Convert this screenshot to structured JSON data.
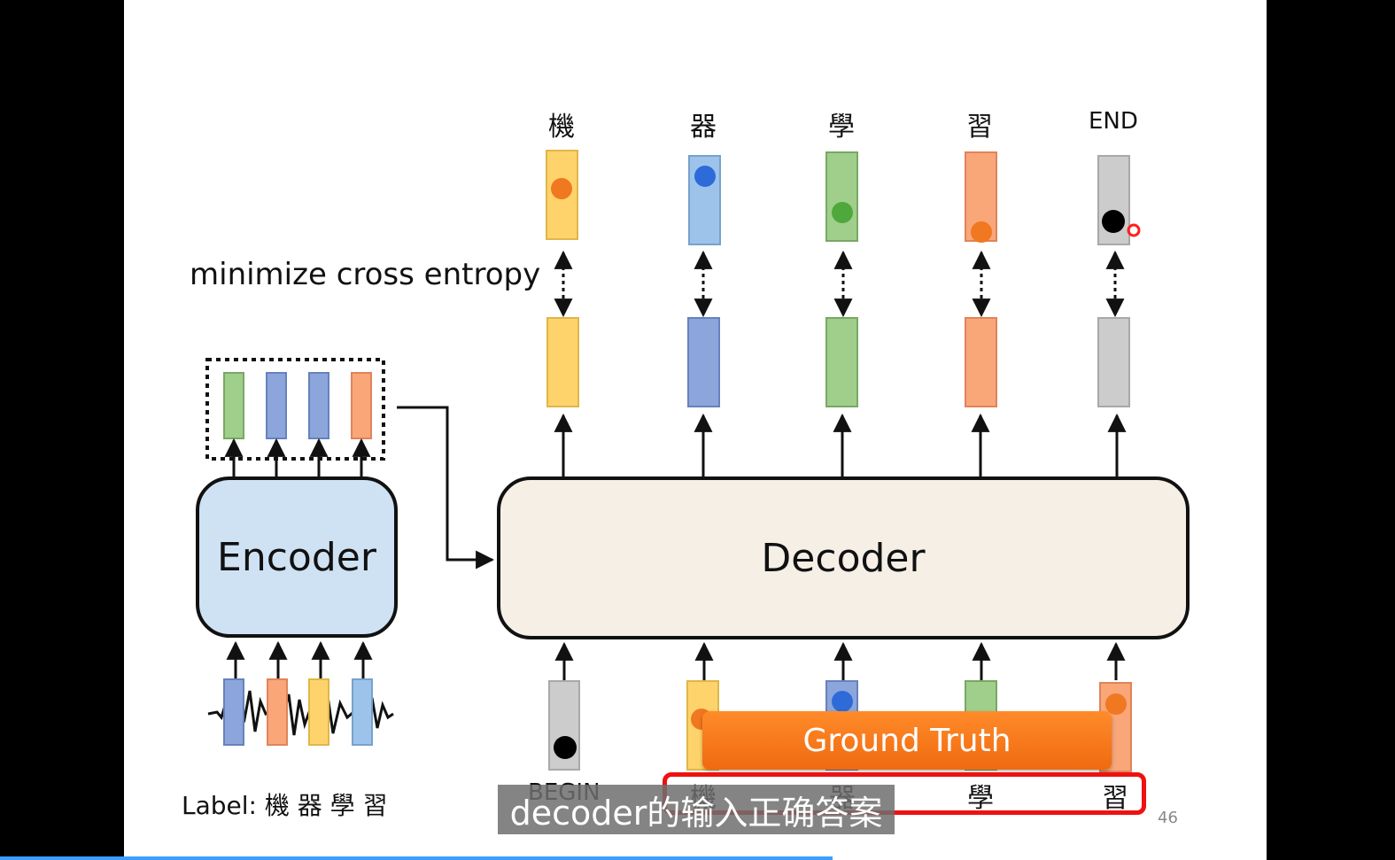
{
  "diagram": {
    "outputs": [
      {
        "label": "機",
        "color": "#ffd36b"
      },
      {
        "label": "器",
        "color": "#9dc3ea"
      },
      {
        "label": "學",
        "color": "#9fcf8a"
      },
      {
        "label": "習",
        "color": "#f9a678"
      },
      {
        "label": "END",
        "color": "#cccccc"
      }
    ],
    "loss_label": "minimize cross entropy",
    "encoder_label": "Encoder",
    "decoder_label": "Decoder",
    "ground_truth_label": "Ground Truth",
    "begin_label": "BEGIN",
    "ground_truth_inputs": [
      "機",
      "器",
      "學",
      "習"
    ],
    "label_text": "Label: 機  器  學  習",
    "slide_number": "46",
    "colors": {
      "dot_orange": "#f07820",
      "dot_blue": "#2e6bd8",
      "dot_green": "#4fa83c",
      "dot_black": "#000000",
      "gt_frame": "#ee1111",
      "arrow": "#111111"
    }
  },
  "video": {
    "subtitle": "decoder的输入正确答案"
  }
}
